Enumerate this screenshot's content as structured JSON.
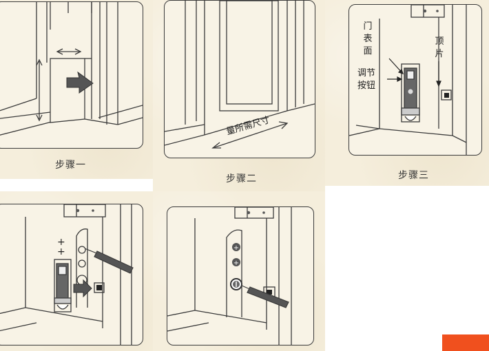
{
  "steps": [
    {
      "caption": "步骤一"
    },
    {
      "caption": "步骤二",
      "measure_label": "量所需尺寸"
    },
    {
      "caption": "步骤三",
      "label_door_surface": [
        "门",
        "表",
        "面"
      ],
      "label_top_piece": [
        "顶",
        "片"
      ],
      "label_adjust_button": [
        "调节",
        "按钮"
      ]
    },
    {
      "caption": "",
      "plus_marks": [
        "+",
        "+"
      ]
    },
    {
      "caption": ""
    }
  ],
  "colors": {
    "background": "#f5eedc",
    "line": "#3a3a3a",
    "accent": "#f0501e"
  }
}
